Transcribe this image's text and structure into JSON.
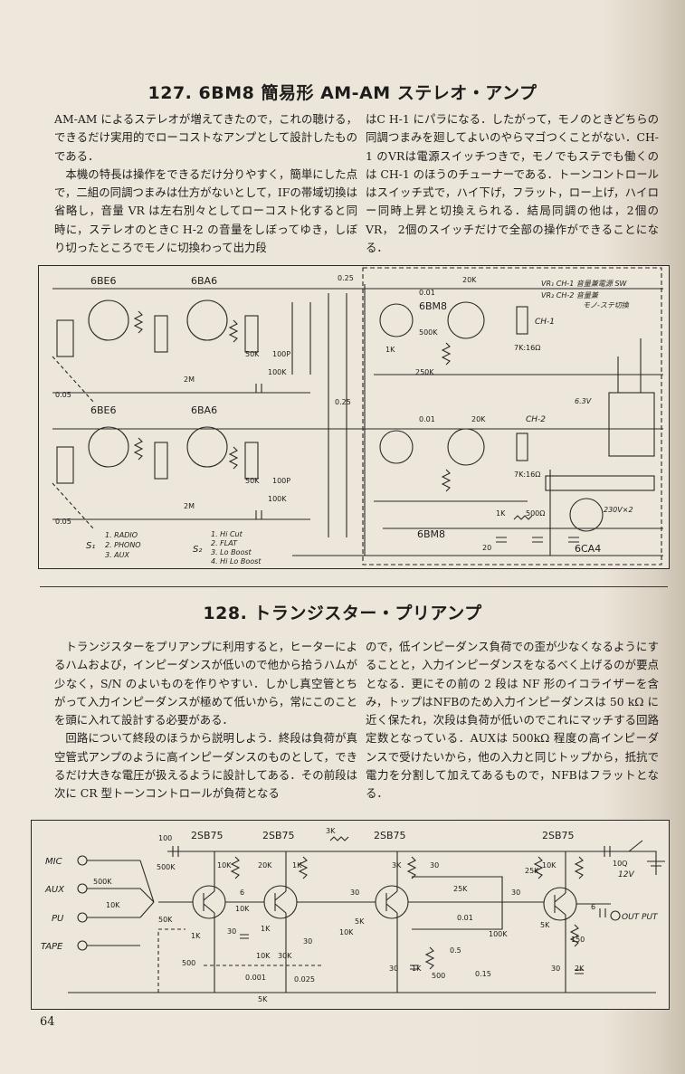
{
  "section127": {
    "title": "127. 6BM8 簡易形 AM-AM ステレオ・アンプ",
    "left_paragraphs": [
      "AM-AM によるステレオが増えてきたので，これの聴ける，できるだけ実用的でローコストなアンプとして設計したものである．",
      "本機の特長は操作をできるだけ分りやすく，簡単にした点で，二組の同調つまみは仕方がないとして，IFの帯域切換は省略し，音量 VR は左右別々としてローコスト化すると同時に，ステレオのときC H-2 の音量をしぼってゆき，しぼり切ったところでモノに切換わって出力段"
    ],
    "right_paragraphs": [
      "はC H-1 にパラになる．したがって，モノのときどちらの同調つまみを廻してよいのやらマゴつくことがない．CH-1 のVRは電源スイッチつきで，モノでもステでも働くのは CH-1 のほうのチューナーである．トーンコントロールはスイッチ式で，ハイ下げ，フラット，ロー上げ，ハイロー同時上昇と切換えられる．結局同調の他は，2個の VR， 2個のスイッチだけで全部の操作ができることになる．"
    ],
    "schematic_labels": {
      "tube_6be6_top": "6BE6",
      "tube_6ba6_top": "6BA6",
      "tube_6be6_bot": "6BE6",
      "tube_6ba6_bot": "6BA6",
      "tube_6bm8_top": "6BM8",
      "tube_6bm8_bot": "6BM8",
      "tube_6ca4": "6CA4",
      "ch1": "CH-1",
      "ch2": "CH-2",
      "trans1": "7K:16Ω",
      "trans2": "7K:16Ω",
      "vr_legend_1": "VR₁  CH-1 音量兼電源 SW",
      "vr_legend_2": "VR₂  CH-2 音量兼",
      "vr_legend_3": "モノ-ステ切換",
      "v63": "6.3V",
      "v230": "230V×2",
      "s1": "S₁",
      "s1_1": "1. RADIO",
      "s1_2": "2. PHONO",
      "s1_3": "3. AUX",
      "s2": "S₂",
      "s2_1": "1. Hi Cut",
      "s2_2": "2. FLAT",
      "s2_3": "3. Lo Boost",
      "s2_4": "4. Hi Lo Boost",
      "c005a": "0.05",
      "c005b": "0.05",
      "r2m_a": "2M",
      "r2m_b": "2M",
      "r50k_a": "50K",
      "c100p_a": "100P",
      "r100k_a": "100K",
      "r50k_b": "50K",
      "c100p_b": "100P",
      "r100k_b": "100K",
      "c025a": "0.25",
      "c025b": "0.25",
      "c001a": "0.01",
      "c001b": "0.01",
      "r20k_a": "20K",
      "r20k_b": "20K",
      "r500k": "500K",
      "r1k": "1K",
      "r500": "500Ω",
      "c20": "20",
      "r250k": "250K",
      "r1k2": "1K"
    }
  },
  "section128": {
    "title": "128. トランジスター・プリアンプ",
    "left_paragraphs": [
      "トランジスターをプリアンプに利用すると，ヒーターによるハムおよび，インピーダンスが低いので他から拾うハムが少なく，S/N のよいものを作りやすい．しかし真空管とちがって入力インピーダンスが極めて低いから，常にこのことを頭に入れて設計する必要がある．",
      "回路について終段のほうから説明しよう．終段は負荷が真空管式アンプのように高インピーダンスのものとして，できるだけ大きな電圧が扱えるように設計してある．その前段は次に CR 型トーンコントロールが負荷となる"
    ],
    "right_paragraphs": [
      "ので，低インピーダンス負荷での歪が少なくなるようにすることと，入力インピーダンスをなるべく上げるのが要点となる．更にその前の 2 段は NF 形のイコライザーを含み，トップはNFBのため入力インピーダンスは 50 kΩ に近く保たれ，次段は負荷が低いのでこれにマッチする回路定数となっている．AUXは 500kΩ 程度の高インピーダンスで受けたいから，他の入力と同じトップから，抵抗で電力を分割して加えてあるもので，NFBはフラットとなる．"
    ],
    "schematic_labels": {
      "tr1": "2SB75",
      "tr2": "2SB75",
      "tr3": "2SB75",
      "tr4": "2SB75",
      "mic": "MIC",
      "aux": "AUX",
      "pu": "PU",
      "tape": "TAPE",
      "output": "OUT PUT",
      "v12": "12V",
      "r500k": "500K",
      "r10k_in": "10K",
      "c100": "100",
      "r3k": "3K",
      "r500k2": "500K",
      "r50k": "50K",
      "r10k_1": "10K",
      "r20k": "20K",
      "r1k_1": "1K",
      "c6_1": "6",
      "r10k_2": "10K",
      "r1k_2": "1K",
      "c30_1": "30",
      "r10k_vr": "10K",
      "c30_2": "30",
      "r5k_1": "5K",
      "r3k2": "3K",
      "c30_3": "30",
      "r25k": "25K",
      "c001": "0.01",
      "c05": "0.5",
      "r100k": "100K",
      "c015": "0.15",
      "r500_2": "500",
      "r1k_3": "1K",
      "c30_4": "30",
      "r25k_2": "25K",
      "c30_5": "30",
      "r10k_3": "10K",
      "r5k_2": "5K",
      "c6_2": "6",
      "r150": "150",
      "r2k": "2K",
      "c30_6": "30",
      "c10q": "10Q",
      "r500_1": "500",
      "r1k_4": "1K",
      "r10k_4": "10K",
      "r30k": "30K",
      "c0001": "0.001",
      "c0025": "0.025",
      "r5k_3": "5K",
      "c30_7": "30"
    }
  },
  "page_number": "64"
}
